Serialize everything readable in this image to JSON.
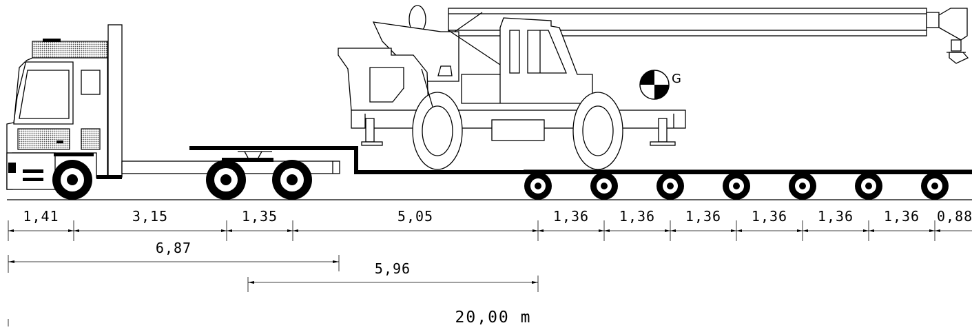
{
  "cg_label": "G",
  "top_dimensions": [
    "1,41",
    "3,15",
    "1,35",
    "5,05",
    "1,36",
    "1,36",
    "1,36",
    "1,36",
    "1,36",
    "1,36",
    "0,88"
  ],
  "tractor_length": "6,87",
  "gooseneck_length": "5,96",
  "total_length": "20,00 m"
}
